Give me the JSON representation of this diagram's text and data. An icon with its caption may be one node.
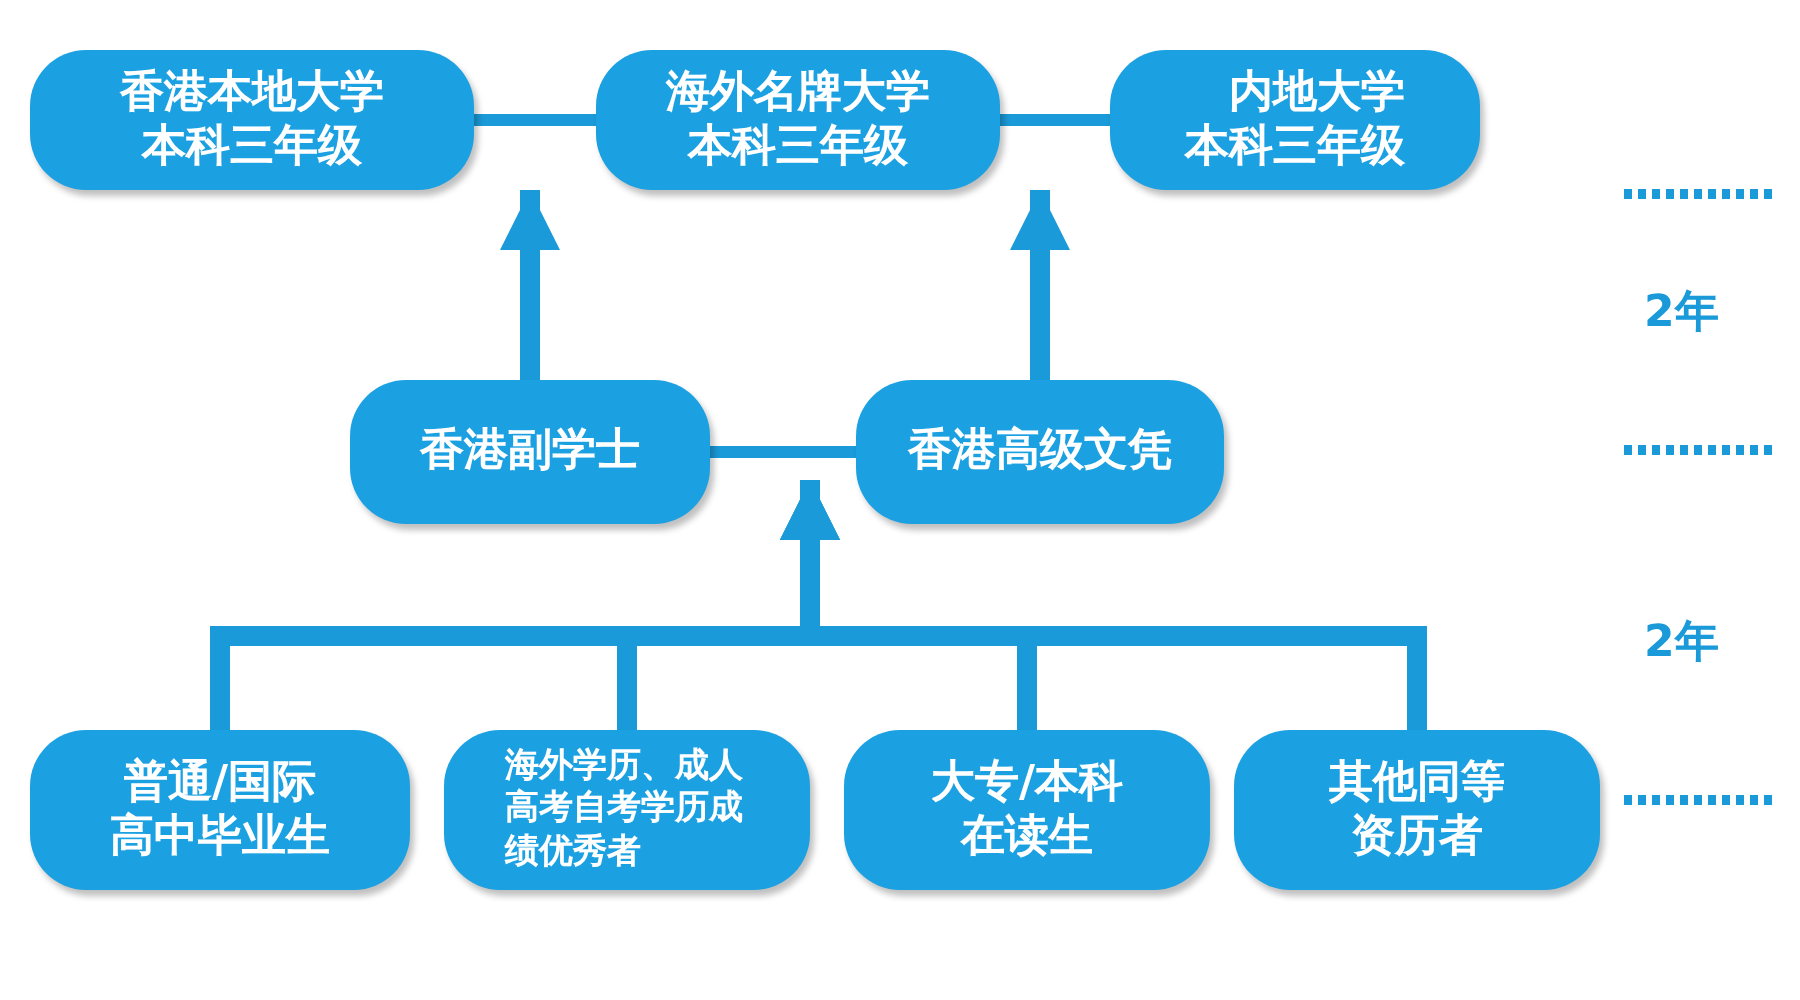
{
  "diagram": {
    "nodes": [
      {
        "text": [
          "香港本地大学本科三年级"
        ]
      },
      {
        "text": [
          "海外名牌大学本科三年级"
        ]
      },
      {
        "text": [
          "内地大学本科三年级"
        ]
      },
      {
        "text": [
          "香港副学士"
        ]
      },
      {
        "text": [
          "香港高级文凭"
        ]
      },
      {
        "text": [
          "普通/国际高中毕业生"
        ]
      },
      {
        "text": [
          "海外学历、成人高考自考学历成绩优秀者"
        ]
      },
      {
        "text": [
          "大专/本科在读生"
        ]
      },
      {
        "text": [
          "其他同等资历者"
        ]
      }
    ],
    "edges": [
      {
        "from": 0,
        "to": 1,
        "arrow": "none"
      },
      {
        "from": 1,
        "to": 2,
        "arrow": "none"
      },
      {
        "from": 3,
        "to": 0,
        "arrow": "to"
      },
      {
        "from": 4,
        "to": 1,
        "arrow": "to"
      },
      {
        "from": 3,
        "to": 4,
        "arrow": "none"
      },
      {
        "from": 5,
        "to": 4,
        "arrow": "to"
      },
      {
        "from": 6,
        "to": 4,
        "arrow": "to"
      },
      {
        "from": 7,
        "to": 4,
        "arrow": "to"
      },
      {
        "from": 8,
        "to": 4,
        "arrow": "to"
      }
    ],
    "labels": [
      "2年",
      "2年"
    ]
  }
}
